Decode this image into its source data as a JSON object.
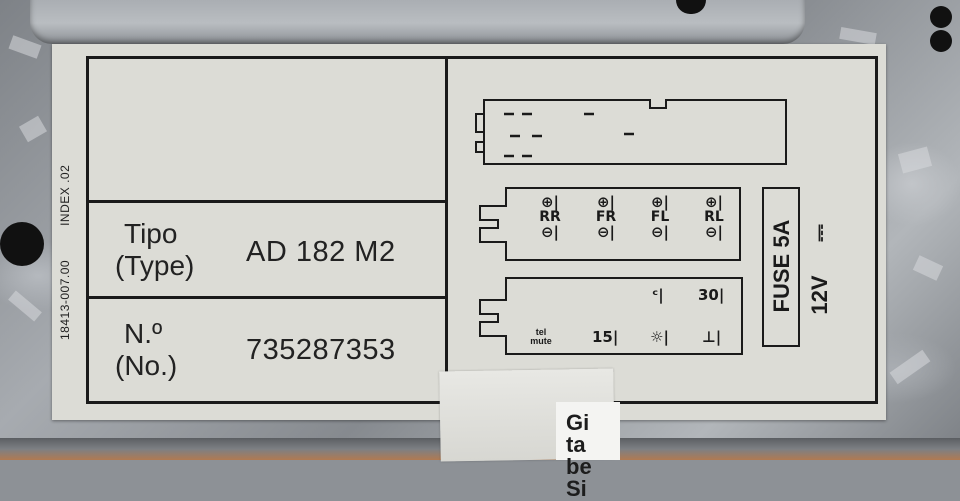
{
  "label": {
    "side_code": "18413-007.00",
    "side_index": "INDEX .02",
    "tipo_label": "Tipo",
    "type_label": "(Type)",
    "type_value": "AD 182 M2",
    "no_label": "N.º",
    "no_label_en": "(No.)",
    "no_value": "735287353"
  },
  "speaker_connector": {
    "channels": [
      {
        "name": "RR",
        "plus": "⊕|",
        "minus": "⊖|"
      },
      {
        "name": "FR",
        "plus": "⊕|",
        "minus": "⊖|"
      },
      {
        "name": "FL",
        "plus": "⊕|",
        "minus": "⊖|"
      },
      {
        "name": "RL",
        "plus": "⊕|",
        "minus": "⊖|"
      }
    ]
  },
  "power_connector": {
    "top_row": [
      "ᶜ|",
      "30|"
    ],
    "bottom_row_tel": "tel",
    "bottom_row_mute": "mute",
    "pin_15": "15|",
    "pin_light": "☼|",
    "pin_ground": "⊥|"
  },
  "fuse": {
    "label": "FUSE 5A",
    "voltage": "12V",
    "dc_symbol": "⎓"
  },
  "sticker": {
    "lines": [
      "Gi",
      "ta",
      "be",
      "Si"
    ]
  }
}
